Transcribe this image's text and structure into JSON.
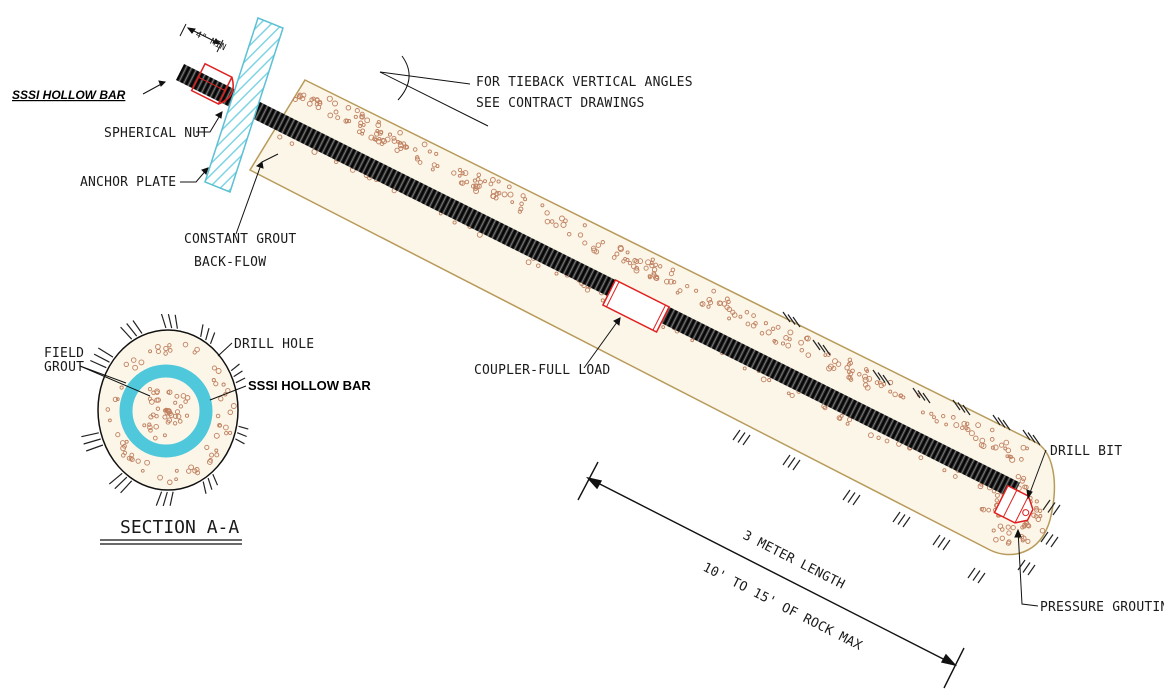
{
  "labels": {
    "hollow_bar_top": "SSSI HOLLOW BAR",
    "min_dim": "4\" MIN",
    "spherical_nut": "SPHERICAL NUT",
    "anchor_plate": "ANCHOR PLATE",
    "constant_grout_1": "CONSTANT GROUT",
    "constant_grout_2": "BACK-FLOW",
    "tieback_1": "FOR TIEBACK VERTICAL ANGLES",
    "tieback_2": "SEE CONTRACT DRAWINGS",
    "coupler": "COUPLER-FULL LOAD",
    "drill_bit": "DRILL BIT",
    "pressure_grouting": "PRESSURE GROUTING",
    "length_meter": "3 METER LENGTH",
    "length_rock": "10' TO 15' OF ROCK MAX",
    "field_grout_1": "FIELD",
    "field_grout_2": "GROUT",
    "drill_hole": "DRILL HOLE",
    "hollow_bar_section": "SSSI HOLLOW BAR",
    "section_title": "SECTION A-A"
  },
  "colors": {
    "grout_fill": "#fbf6e8",
    "grout_outline": "#b89a5a",
    "aggregate": "#c08060",
    "bar": "#1c1c1c",
    "red_parts": "#e02020",
    "anchor_plate": "#7fd4e4",
    "hollow_ring": "#4fc8dc",
    "line": "#111111"
  }
}
